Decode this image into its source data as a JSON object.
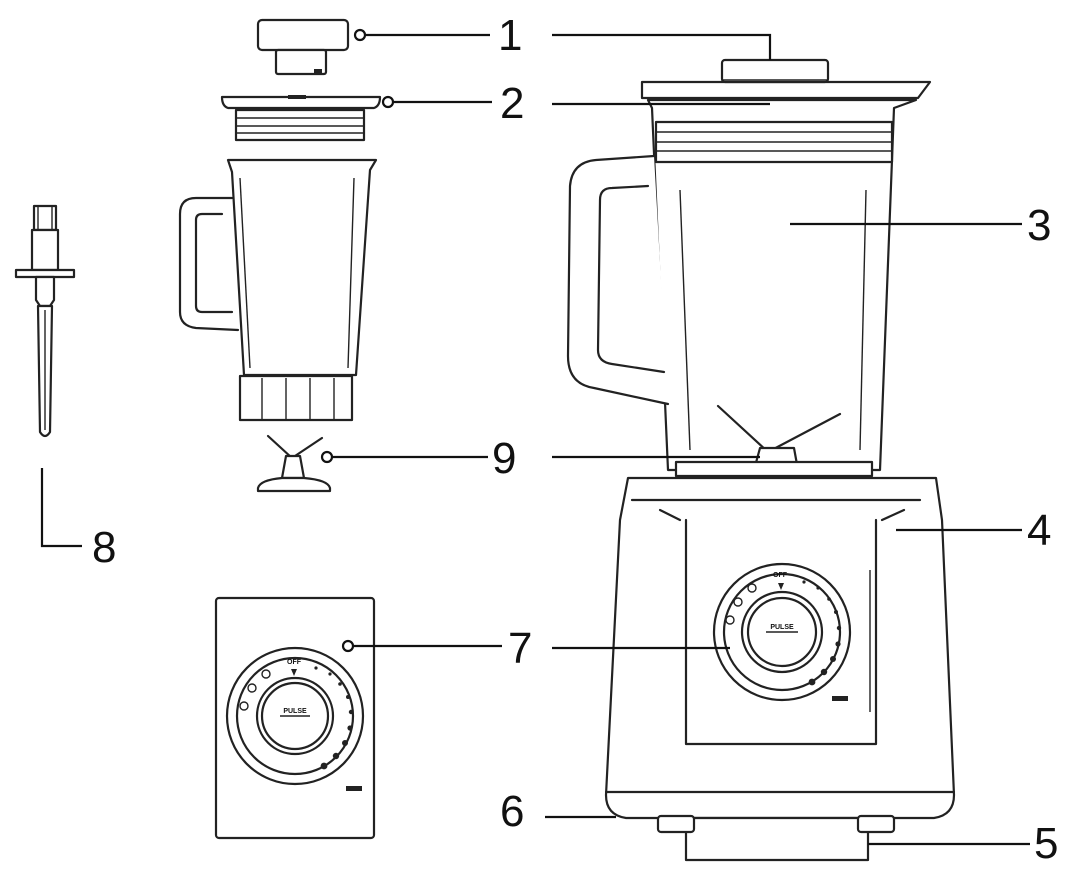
{
  "callouts": [
    {
      "id": "1",
      "label": "1"
    },
    {
      "id": "2",
      "label": "2"
    },
    {
      "id": "3",
      "label": "3"
    },
    {
      "id": "4",
      "label": "4"
    },
    {
      "id": "5",
      "label": "5"
    },
    {
      "id": "6",
      "label": "6"
    },
    {
      "id": "7",
      "label": "7"
    },
    {
      "id": "8",
      "label": "8"
    },
    {
      "id": "9",
      "label": "9"
    }
  ],
  "dial": {
    "off_label": "OFF",
    "pulse_label": "PULSE"
  },
  "colors": {
    "line": "#222222",
    "background": "#ffffff"
  }
}
